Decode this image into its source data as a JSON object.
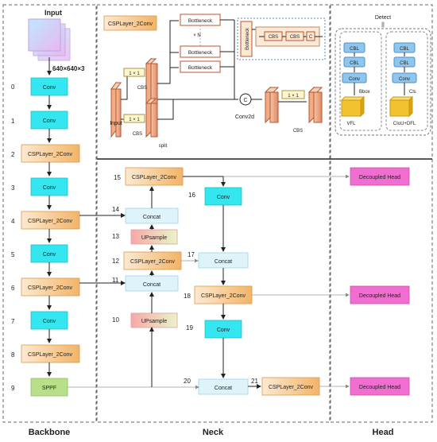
{
  "backbone": {
    "input_label": "Input",
    "input_size": "640×640×3",
    "section_label": "Backbone",
    "layers": [
      {
        "index": "0",
        "label": "Conv"
      },
      {
        "index": "1",
        "label": "Conv"
      },
      {
        "index": "2",
        "label": "CSPLayer_2Conv"
      },
      {
        "index": "3",
        "label": "Conv"
      },
      {
        "index": "4",
        "label": "CSPLayer_2Conv"
      },
      {
        "index": "5",
        "label": "Conv"
      },
      {
        "index": "6",
        "label": "CSPLayer_2Conv"
      },
      {
        "index": "7",
        "label": "Conv"
      },
      {
        "index": "8",
        "label": "CSPLayer_2Conv"
      },
      {
        "index": "9",
        "label": "SPPF"
      }
    ]
  },
  "neck": {
    "section_label": "Neck",
    "layers": [
      {
        "index": "10",
        "label": "UPsample"
      },
      {
        "index": "11",
        "label": "Concat"
      },
      {
        "index": "12",
        "label": "CSPLayer_2Conv"
      },
      {
        "index": "13",
        "label": "UPsample"
      },
      {
        "index": "14",
        "label": "Concat"
      },
      {
        "index": "15",
        "label": "CSPLayer_2Conv"
      },
      {
        "index": "16",
        "label": "Conv"
      },
      {
        "index": "17",
        "label": "Concat"
      },
      {
        "index": "18",
        "label": "CSPLayer_2Conv"
      },
      {
        "index": "19",
        "label": "Conv"
      },
      {
        "index": "20",
        "label": "Concat"
      },
      {
        "index": "21",
        "label": "CSPLayer_2Conv"
      }
    ],
    "detail": {
      "title": "CSPLayer_2Conv",
      "bottleneck": "Bottleneck",
      "n_label": "× N",
      "kernel": "1 × 1",
      "cbs": "CBS",
      "input": "Input",
      "split": "split",
      "concat_symbol": "C",
      "conv2d": "Conv2d",
      "bottleneck_inner_cbs": "CBS",
      "bottleneck_inner_concat": "C"
    }
  },
  "head": {
    "section_label": "Head",
    "decoupled_head": "Decoupled Head",
    "detail": {
      "title": "Detect",
      "cbl": "CBL",
      "conv": "Conv",
      "bbox": "Bbox",
      "cls": "Cls",
      "vfl": "VFL",
      "ciou_dfl": "CIoU+DFL"
    }
  },
  "colors": {
    "conv": "#33e6f0",
    "csp": "#f7c98a",
    "concat": "#dff3fb",
    "upsample": "#f5c0c0",
    "sppf": "#b8e08a",
    "decoupled_head": "#f06ed0",
    "cbl": "#8ec6ee",
    "loss_box": "#f2c230"
  }
}
